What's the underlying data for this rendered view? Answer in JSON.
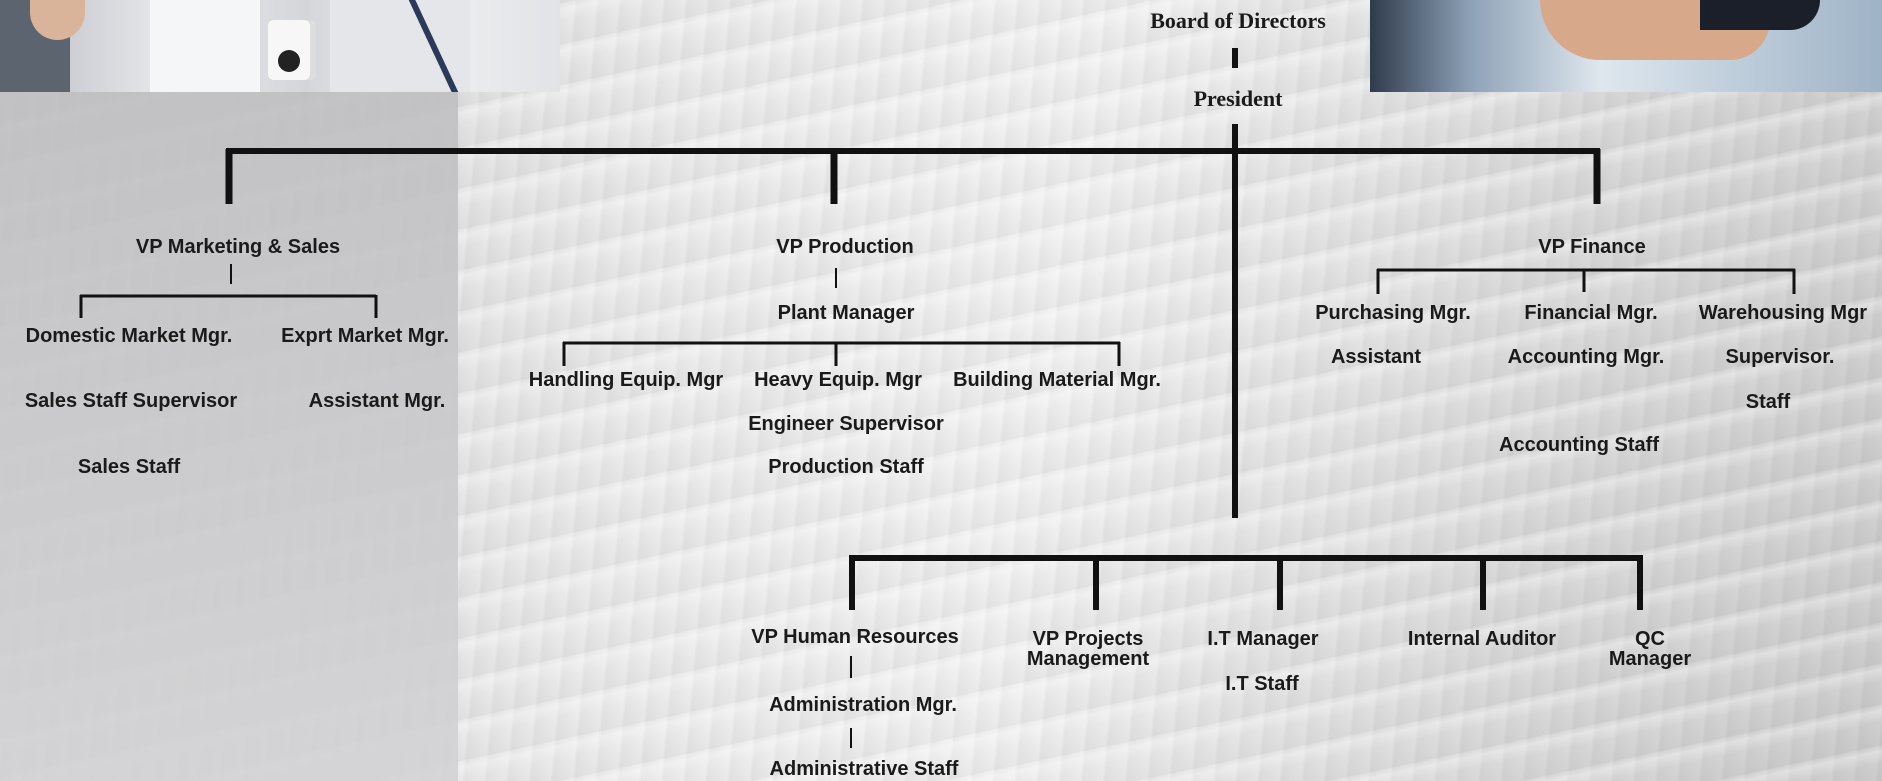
{
  "top": {
    "board": "Board of Directors",
    "president": "President"
  },
  "marketing": {
    "vp": "VP Marketing & Sales",
    "domestic": "Domestic Market Mgr.",
    "export": "Exprt Market Mgr.",
    "sales_supervisor": "Sales Staff Supervisor",
    "assistant_mgr": "Assistant Mgr.",
    "sales_staff": "Sales Staff"
  },
  "production": {
    "vp": "VP Production",
    "plant_manager": "Plant Manager",
    "handling": "Handling Equip. Mgr",
    "heavy": "Heavy Equip. Mgr",
    "building": "Building Material Mgr.",
    "engineer": "Engineer Supervisor",
    "staff": "Production Staff"
  },
  "finance": {
    "vp": "VP Finance",
    "purchasing": "Purchasing Mgr.",
    "financial": "Financial Mgr.",
    "warehousing": "Warehousing Mgr",
    "assistant": "Assistant",
    "accounting_mgr": "Accounting Mgr.",
    "supervisor": "Supervisor.",
    "staff": "Staff",
    "accounting_staff": "Accounting Staff"
  },
  "bottom": {
    "hr": "VP Human Resources",
    "admin_mgr": "Administration Mgr.",
    "admin_staff": "Administrative Staff",
    "projects_line1": "VP Projects",
    "projects_line2": "Management",
    "it_mgr": "I.T Manager",
    "it_staff": "I.T Staff",
    "auditor": "Internal Auditor",
    "qc_line1": "QC",
    "qc_line2": "Manager"
  }
}
